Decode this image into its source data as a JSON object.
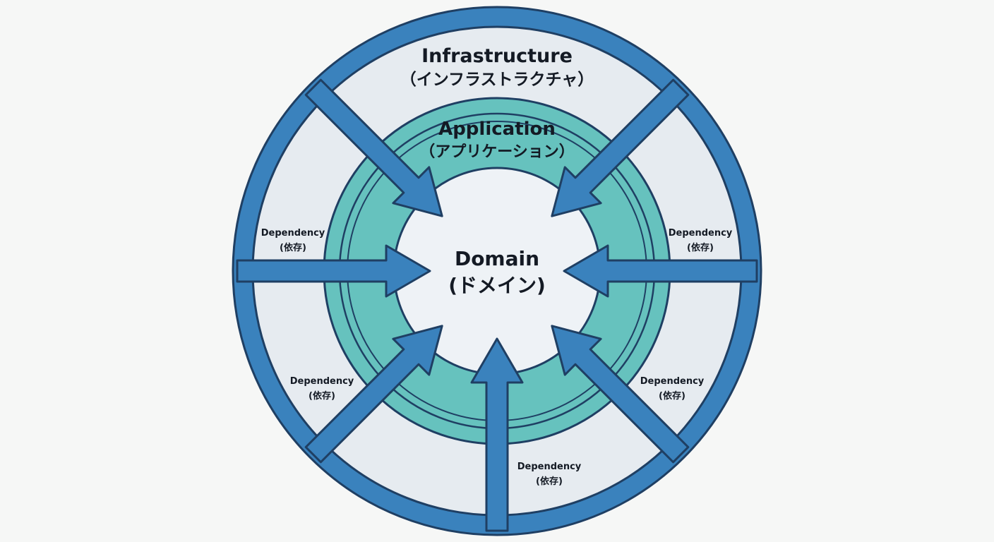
{
  "layers": {
    "infrastructure": {
      "title": "Infrastructure",
      "subtitle": "（インフラストラクチャ）"
    },
    "application": {
      "title": "Application",
      "subtitle": "（アプリケーション）"
    },
    "domain": {
      "title": "Domain",
      "subtitle": "(ドメイン)"
    }
  },
  "dependencies": [
    {
      "line1": "Dependency",
      "line2": "(依存)"
    },
    {
      "line1": "Dependency",
      "line2": "(依存)"
    },
    {
      "line1": "Dependency",
      "line2": "(依存)"
    },
    {
      "line1": "Dependency",
      "line2": "(依存)"
    },
    {
      "line1": "Dependency",
      "line2": "(依存)"
    }
  ],
  "colors": {
    "background": "#f6f7f6",
    "outer_ring": "#3a82bd",
    "outline": "#1f3f63",
    "application_ring": "#66c2be",
    "sector_fill": "#e6ebf0",
    "domain_fill": "#eef2f6"
  }
}
